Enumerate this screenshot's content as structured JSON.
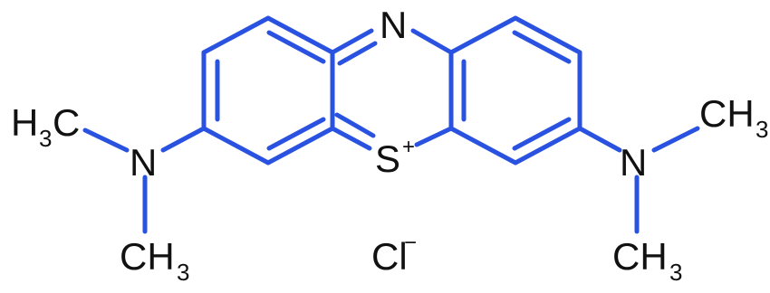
{
  "colors": {
    "bond": "#2952e0",
    "text": "#111111",
    "background": "#ffffff"
  },
  "atoms": {
    "ring_nitrogen": "N",
    "sulfur": "S",
    "sulfur_charge": "+",
    "left_amine": "N",
    "right_amine": "N",
    "methyl_upper_left_H": "H",
    "methyl_upper_left_sub": "3",
    "methyl_upper_left_C": "C",
    "methyl_lower_left_C": "CH",
    "methyl_lower_left_sub": "3",
    "methyl_upper_right": "CH",
    "methyl_upper_right_sub": "3",
    "methyl_lower_right": "CH",
    "methyl_lower_right_sub": "3",
    "counterion": "Cl",
    "counterion_charge": "−"
  }
}
